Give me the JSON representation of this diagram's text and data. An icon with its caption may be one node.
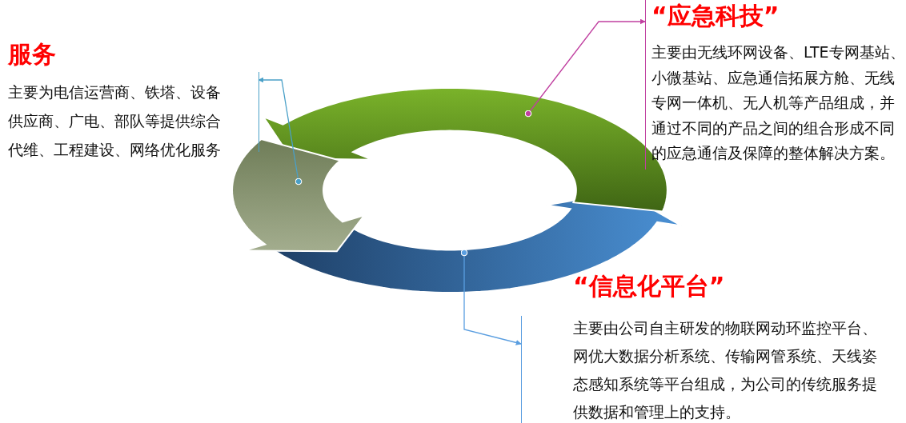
{
  "diagram": {
    "nodes": [
      {
        "text": [
          "服务",
          "主要为电信运营商、铁塔、设备供应商、广电、部队等提供综合代维、工程建设、网络优化服务"
        ]
      },
      {
        "text": [
          "“应急科技”",
          "主要由无线环网设备、LTE专网基站、小微基站、应急通信拓展方舱、无线专网一体机、无人机等产品组成，并通过不同的产品之间的组合形成不同的应急通信及保障的整体解决方案。"
        ]
      },
      {
        "text": [
          "“信息化平台”",
          "主要由公司自主研发的物联网动环监控平台、网优大数据分析系统、传输网管系统、天线姿态感知系统等平台组成，为公司的传统服务提供数据和管理上的支持。"
        ]
      },
      {
        "text": [],
        "shape": "arrow"
      },
      {
        "text": [],
        "shape": "arrow"
      },
      {
        "text": [],
        "shape": "arrow"
      }
    ],
    "edges": [
      {
        "from": 3,
        "to": 0,
        "arrow": "to",
        "color": "#4aa0c8"
      },
      {
        "from": 4,
        "to": 1,
        "arrow": "to",
        "color": "#c040a0"
      },
      {
        "from": 5,
        "to": 2,
        "arrow": "to",
        "color": "#5a9ee0"
      }
    ]
  }
}
